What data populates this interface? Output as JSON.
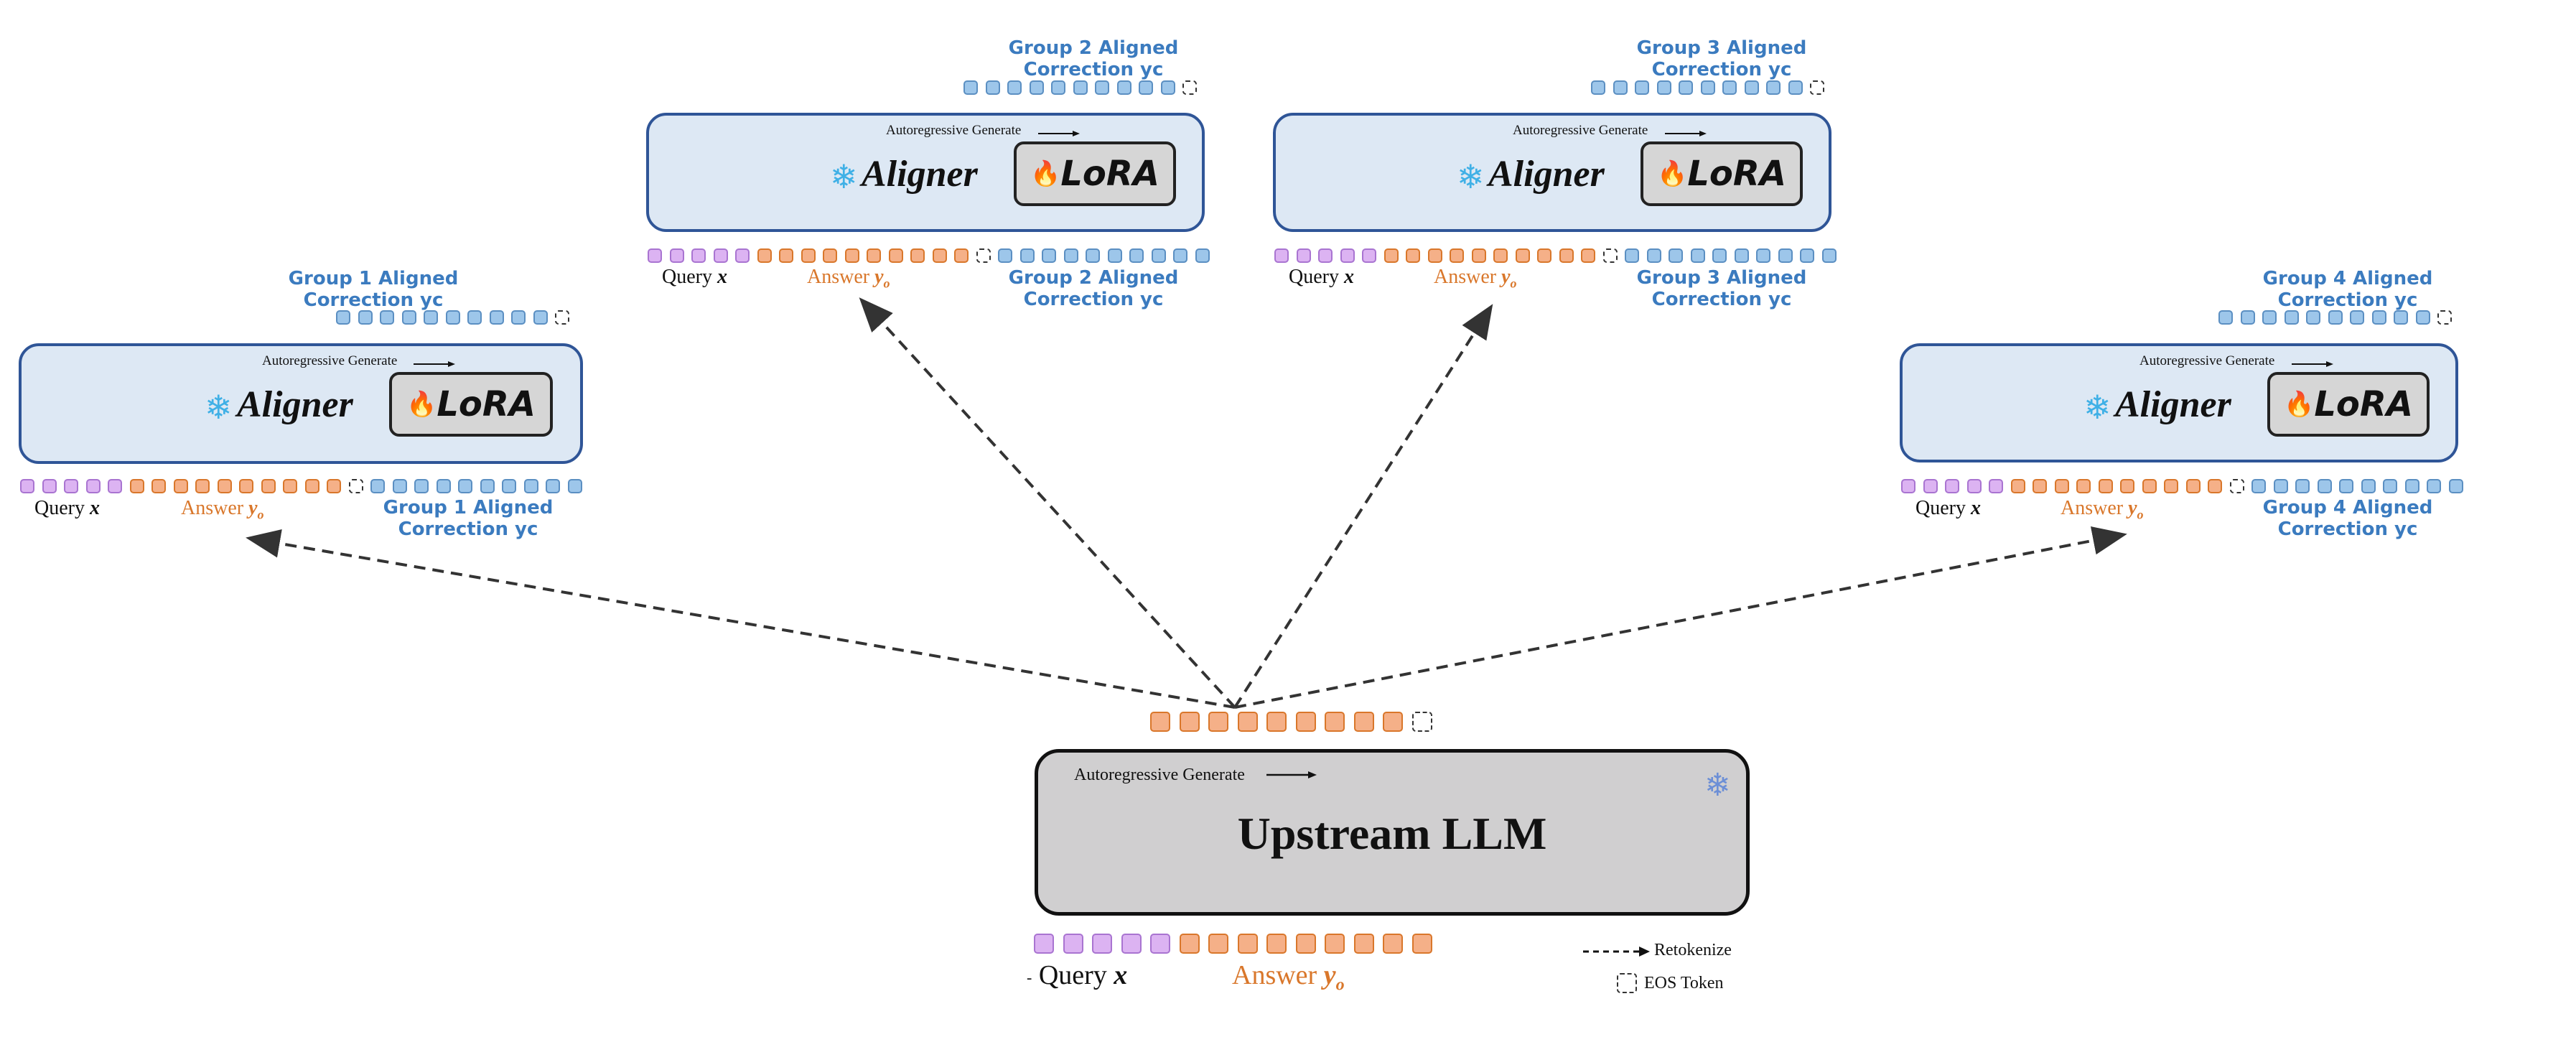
{
  "aligner_panels": [
    {
      "group_label_top": "Group 1 Aligned\nCorrection yc",
      "group_label_bottom": "Group 1 Aligned\nCorrection yc",
      "generate_label": "Autoregressive Generate",
      "aligner_label": "Aligner",
      "lora_label": "LoRA",
      "query_label": "Query",
      "answer_label": "Answer"
    },
    {
      "group_label_top": "Group 2 Aligned\nCorrection yc",
      "group_label_bottom": "Group 2 Aligned\nCorrection yc",
      "generate_label": "Autoregressive Generate",
      "aligner_label": "Aligner",
      "lora_label": "LoRA",
      "query_label": "Query",
      "answer_label": "Answer"
    },
    {
      "group_label_top": "Group 3 Aligned\nCorrection yc",
      "group_label_bottom": "Group 3 Aligned\nCorrection yc",
      "generate_label": "Autoregressive Generate",
      "aligner_label": "Aligner",
      "lora_label": "LoRA",
      "query_label": "Query",
      "answer_label": "Answer"
    },
    {
      "group_label_top": "Group 4 Aligned\nCorrection yc",
      "group_label_bottom": "Group 4 Aligned\nCorrection yc",
      "generate_label": "Autoregressive Generate",
      "aligner_label": "Aligner",
      "lora_label": "LoRA",
      "query_label": "Query",
      "answer_label": "Answer"
    }
  ],
  "upstream": {
    "title": "Upstream LLM",
    "generate_label": "Autoregressive Generate",
    "query_label": "Query",
    "answer_label": "Answer"
  },
  "math": {
    "x": "x",
    "y": "y",
    "o": "o"
  },
  "legend": {
    "retokenize": "Retokenize",
    "eos": "EOS Token"
  },
  "colors": {
    "query_token": "#dcb3f2",
    "answer_token": "#f5b088",
    "correction_token": "#9dc6ea",
    "aligner_box": "#dde8f4",
    "llm_box": "#d0cfd0",
    "group_label": "#3b7bbf",
    "answer_text": "#d9772b"
  },
  "icons": {
    "frozen": "snowflake-icon",
    "trainable": "fire-icon"
  }
}
